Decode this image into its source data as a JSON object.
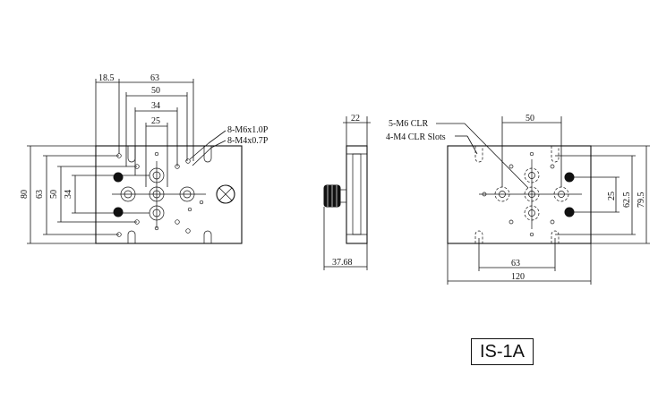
{
  "model": "IS-1A",
  "front_view": {
    "dims_top": {
      "d1": "18.5",
      "d2": "63",
      "d3": "50",
      "d4": "34",
      "d5": "25"
    },
    "dims_left": {
      "d1": "80",
      "d2": "63",
      "d3": "50",
      "d4": "34"
    },
    "callouts": {
      "tapped_m6": "8-M6x1.0P",
      "tapped_m4": "8-M4x0.7P"
    }
  },
  "side_view": {
    "width": "22",
    "height_with_knob": "37.68"
  },
  "bottom_view": {
    "dims_top": {
      "d1": "50"
    },
    "dims_right": {
      "d1": "25",
      "d2": "62.5",
      "d3": "79.5"
    },
    "dims_bottom": {
      "d1": "63",
      "d2": "120"
    },
    "callouts": {
      "clr_m6": "5-M6 CLR",
      "clr_m4": "4-M4 CLR Slots"
    }
  }
}
